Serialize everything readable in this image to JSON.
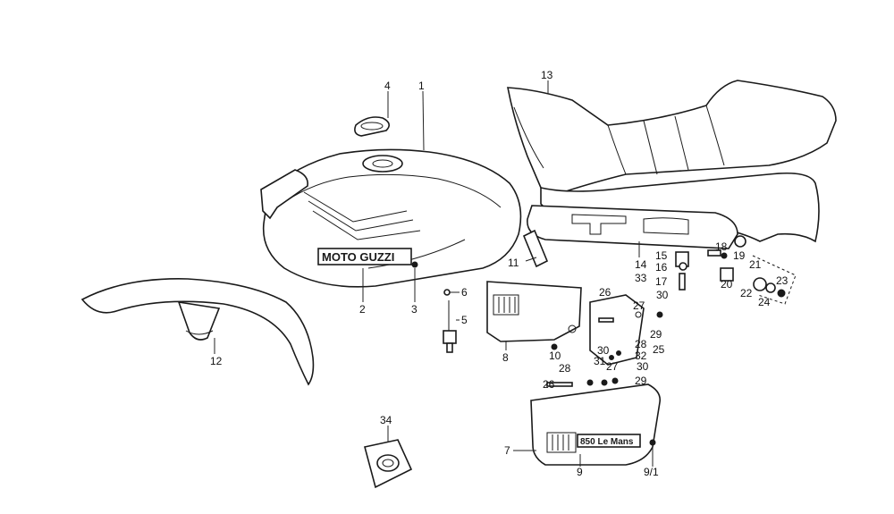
{
  "diagram": {
    "part_labels": [
      "1",
      "2",
      "3",
      "4",
      "5",
      "6",
      "7",
      "8",
      "9",
      "9/1",
      "10",
      "11",
      "12",
      "13",
      "14",
      "15",
      "16",
      "17",
      "18",
      "19",
      "20",
      "21",
      "22",
      "23",
      "24",
      "25",
      "26",
      "27",
      "28",
      "29",
      "30",
      "31",
      "32",
      "33",
      "34"
    ],
    "extra_labels": [
      "26",
      "27",
      "28",
      "29",
      "30"
    ],
    "tank_logo": "MOTO GUZZI",
    "cover_logo": "850 Le Mans"
  }
}
